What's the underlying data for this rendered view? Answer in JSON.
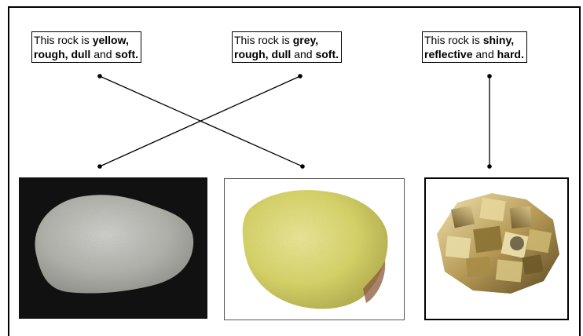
{
  "descriptions": [
    {
      "segments": [
        {
          "text": "This rock is ",
          "bold": false
        },
        {
          "text": "yellow,",
          "bold": true
        },
        {
          "text": "\n",
          "bold": false
        },
        {
          "text": "rough,",
          "bold": true
        },
        {
          "text": " ",
          "bold": false
        },
        {
          "text": "dull",
          "bold": true
        },
        {
          "text": " and ",
          "bold": false
        },
        {
          "text": "soft.",
          "bold": true
        }
      ]
    },
    {
      "segments": [
        {
          "text": "This rock is ",
          "bold": false
        },
        {
          "text": "grey,",
          "bold": true
        },
        {
          "text": "\n",
          "bold": false
        },
        {
          "text": "rough,",
          "bold": true
        },
        {
          "text": " ",
          "bold": false
        },
        {
          "text": "dull",
          "bold": true
        },
        {
          "text": " and ",
          "bold": false
        },
        {
          "text": "soft.",
          "bold": true
        }
      ]
    },
    {
      "segments": [
        {
          "text": "This rock is ",
          "bold": false
        },
        {
          "text": "shiny,",
          "bold": true
        },
        {
          "text": "\n",
          "bold": false
        },
        {
          "text": "reflective",
          "bold": true
        },
        {
          "text": " and ",
          "bold": false
        },
        {
          "text": "hard.",
          "bold": true
        }
      ]
    }
  ],
  "photos": [
    {
      "subject": "grey-rock",
      "background_color": "#111111"
    },
    {
      "subject": "yellow-rock",
      "background_color": "#ffffff"
    },
    {
      "subject": "shiny-rock",
      "background_color": "#ffffff"
    }
  ],
  "matches": [
    {
      "description": 0,
      "photo": 1
    },
    {
      "description": 1,
      "photo": 0
    },
    {
      "description": 2,
      "photo": 2
    }
  ],
  "colors": {
    "line": "#000000",
    "grey_rock": "#b9b9b4",
    "yellow_rock": "#d9d66a",
    "shiny_rock": "#b39a55"
  }
}
